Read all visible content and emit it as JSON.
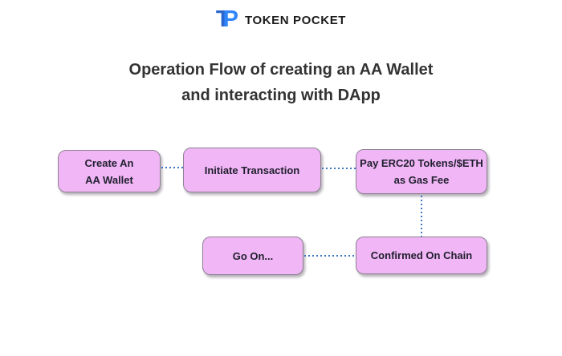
{
  "logo": {
    "mark_t": "T",
    "mark_p": "P",
    "text": "TOKEN POCKET"
  },
  "title": {
    "line1": "Operation Flow of creating an AA Wallet",
    "line2": "and interacting with DApp"
  },
  "flow": {
    "nodes": [
      {
        "id": "create-aa-wallet",
        "line1": "Create An",
        "line2": "AA Wallet"
      },
      {
        "id": "initiate-transaction",
        "line1": "Initiate Transaction"
      },
      {
        "id": "pay-gas-fee",
        "line1": "Pay ERC20 Tokens/$ETH",
        "line2": "as Gas Fee"
      },
      {
        "id": "go-on",
        "line1": "Go On..."
      },
      {
        "id": "confirmed-on-chain",
        "line1": "Confirmed On Chain"
      }
    ]
  },
  "colors": {
    "node_fill": "#f1b6f5",
    "node_border": "#8e8294",
    "node_text": "#1f1f2e",
    "connector": "#3c74c4",
    "title": "#333333",
    "logo_t": "#2b66cf",
    "logo_p": "#2f85fc",
    "logo_text": "#1b1b1b"
  }
}
